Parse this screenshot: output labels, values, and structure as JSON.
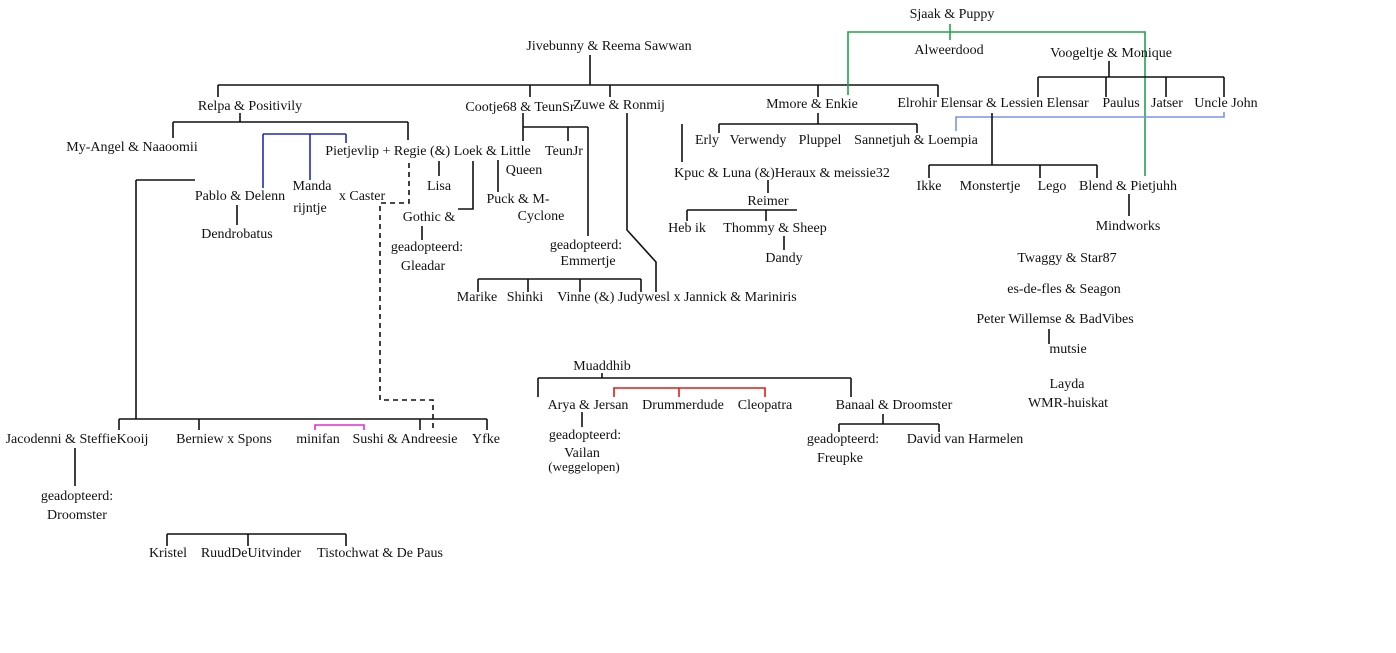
{
  "colors": {
    "black": "#111111",
    "green": "#22a34a",
    "blue": "#1d2bb8",
    "lightblue": "#7a93f0",
    "red": "#e01b1b",
    "magenta": "#dd2fd8"
  },
  "people": {
    "sjaak": "Sjaak & Puppy",
    "alweerdood": "Alweerdood",
    "jivebunny": "Jivebunny & Reema Sawwan",
    "voogeltje": "Voogeltje & Monique",
    "relpa": "Relpa & Positivily",
    "cootje": "Cootje68 & TeunSr",
    "zuwe": "Zuwe & Ronmij",
    "mmore": "Mmore & Enkie",
    "elrohir": "Elrohir Elensar & Lessien Elensar",
    "paulus": "Paulus",
    "jatser": "Jatser",
    "unclejohn": "Uncle John",
    "myangel": "My-Angel  & Naaoomii",
    "pietjevlip": "Pietjevlip + Regie (&) Loek & Little",
    "teunjr": "TeunJr",
    "queen": "Queen",
    "lisa": "Lisa",
    "pablo": "Pablo & Delenn",
    "manda": "Manda",
    "rijntje": "rijntje",
    "caster": "x Caster",
    "dendrobatus": "Dendrobatus",
    "gothic": "Gothic &",
    "adopt_gleadar": "geadopteerd:",
    "gleadar": "Gleadar",
    "puck": "Puck & M-",
    "cyclone": "Cyclone",
    "adopt_emmertje": "geadopteerd:",
    "emmertje": "Emmertje",
    "marike": "Marike",
    "shinki": "Shinki",
    "vinne": "Vinne (&) Judywesl x Jannick & Mariniris",
    "erly": "Erly",
    "verwendy": "Verwendy",
    "pluppel": "Pluppel",
    "sannetjuh": "Sannetjuh & Loempia",
    "kpuc": "Kpuc & Luna (&)Heraux & meissie32",
    "reimer": "Reimer",
    "hebik": "Heb ik",
    "thommy": "Thommy & Sheep",
    "dandy": "Dandy",
    "ikke": "Ikke",
    "monstertje": "Monstertje",
    "lego": "Lego",
    "blend": "Blend & Pietjuhh",
    "mindworks": "Mindworks",
    "twaggy": "Twaggy & Star87",
    "esdefles": "es-de-fles & Seagon",
    "peter": "Peter Willemse & BadVibes",
    "mutsie": "mutsie",
    "layda": "Layda",
    "wmr": "WMR-huiskat",
    "muaddhib": "Muaddhib",
    "arya": "Arya & Jersan",
    "drummerdude": "Drummerdude",
    "cleopatra": "Cleopatra",
    "banaal": "Banaal & Droomster",
    "adopt_vailan": "geadopteerd:",
    "vailan": "Vailan",
    "weggelopen": "(weggelopen)",
    "adopt_freupke": "geadopteerd:",
    "freupke": "Freupke",
    "david": "David van Harmelen",
    "jacodenni": "Jacodenni & SteffieKooij",
    "berniew": "Berniew x Spons",
    "minifan": "minifan",
    "sushi": "Sushi & Andreesie",
    "yfke": "Yfke",
    "adopt_droomster": "geadopteerd:",
    "droomster": "Droomster",
    "kristel": "Kristel",
    "ruud": "RuudDeUitvinder",
    "tistochwat": "Tistochwat & De Paus"
  }
}
